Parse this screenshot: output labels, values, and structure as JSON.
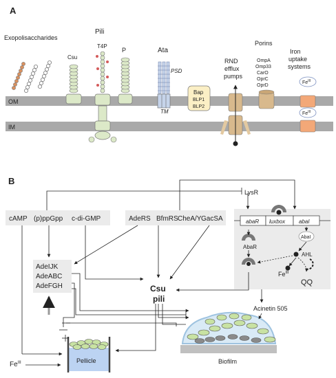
{
  "panel_a": {
    "letter": "A",
    "titles": {
      "exopolysaccharides": "Exopolisaccharides",
      "pili": "Pili",
      "csu": "Csu",
      "t4p": "T4P",
      "p": "P",
      "ata": "Ata",
      "psd": "PSD",
      "tm": "TM",
      "rnd_1": "RND",
      "rnd_2": "efflux",
      "rnd_3": "pumps",
      "porins": "Porins",
      "iron_1": "Iron",
      "iron_2": "uptake",
      "iron_3": "systems"
    },
    "membranes": {
      "om": "OM",
      "im": "IM"
    },
    "bap_lines": [
      "Bap",
      "BLP1",
      "BLP2"
    ],
    "porin_list": [
      "OmpA",
      "Omp33",
      "CarO",
      "OprC",
      "OprD"
    ],
    "fe_label": "Fe",
    "fe_sup": "III"
  },
  "panel_b": {
    "letter": "B",
    "signals": [
      "cAMP",
      "(p)ppGpp",
      "c-di-GMP"
    ],
    "regulators": [
      "AdeRS",
      "BfmRS",
      "CheA/Y",
      "GacSA"
    ],
    "lysr": "LysR",
    "qs_genes": [
      "abaR",
      "luxbox",
      "abaI"
    ],
    "abar_protein": "AbaR",
    "abai_protein": "AbaI",
    "ahl": "AHL",
    "qq": "QQ",
    "pumps": [
      "AdeIJK",
      "AdeABC",
      "AdeFGH"
    ],
    "csu_line1": "Csu",
    "csu_line2": "pili",
    "acinetin": "Acinetin 505",
    "biofilm": "Biofilm",
    "pellicle": "Pellicle",
    "fe": "Fe",
    "fe_sup": "III"
  }
}
